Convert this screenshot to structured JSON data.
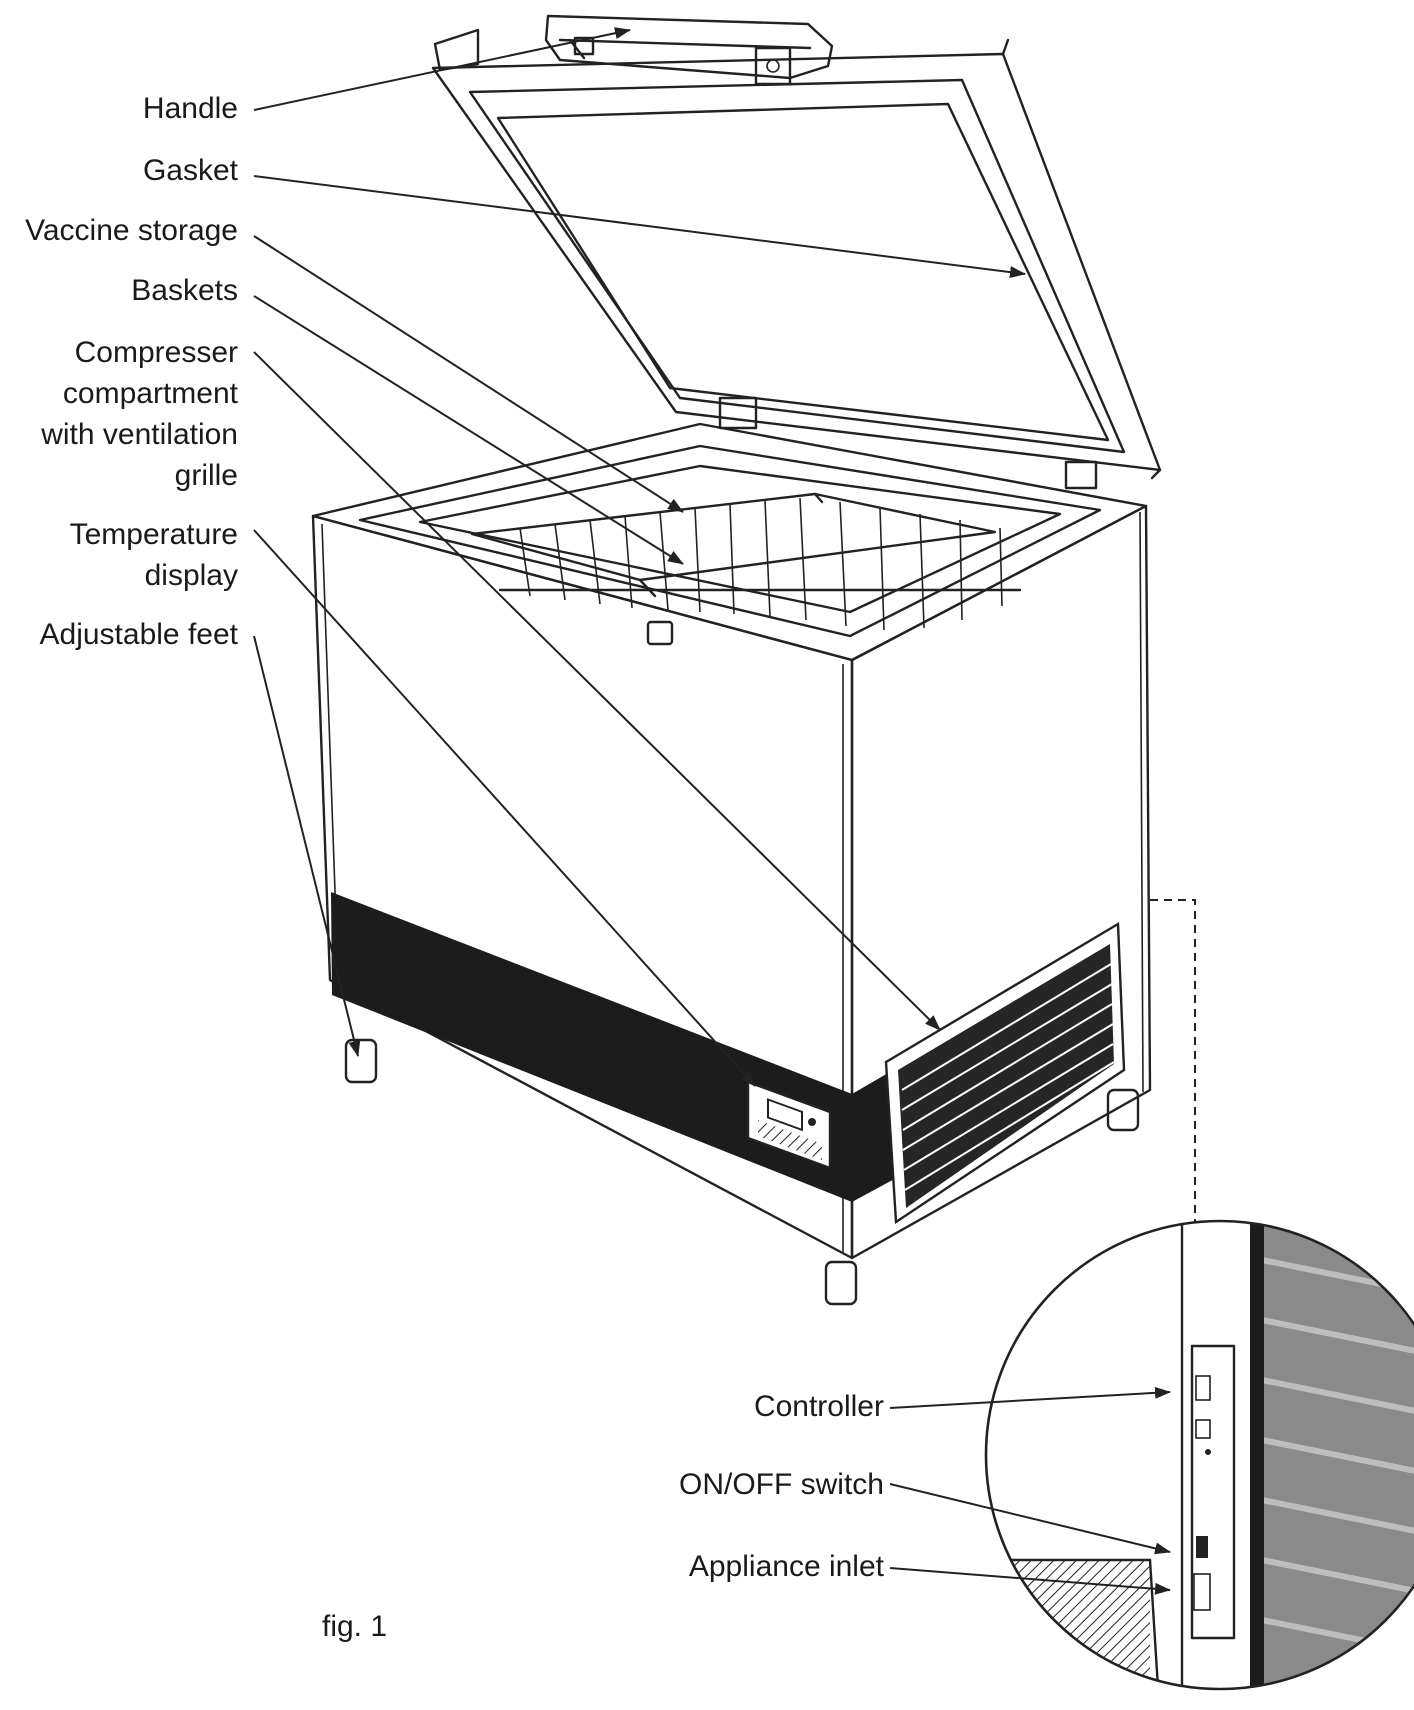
{
  "labels": {
    "handle": "Handle",
    "gasket": "Gasket",
    "vaccine_storage": "Vaccine storage",
    "baskets": "Baskets",
    "compressor": [
      "Compresser",
      "compartment",
      "with ventilation",
      "grille"
    ],
    "temperature_display": [
      "Temperature",
      "display"
    ],
    "adjustable_feet": "Adjustable feet",
    "controller": "Controller",
    "on_off_switch": "ON/OFF switch",
    "appliance_inlet": "Appliance inlet"
  },
  "figure_caption": "fig. 1",
  "icons": [
    "chest-freezer-illustration",
    "detail-zoom-circle",
    "leader-arrow"
  ],
  "colors": {
    "line": "#222222",
    "band": "#1c1c1c",
    "background": "#ffffff"
  }
}
